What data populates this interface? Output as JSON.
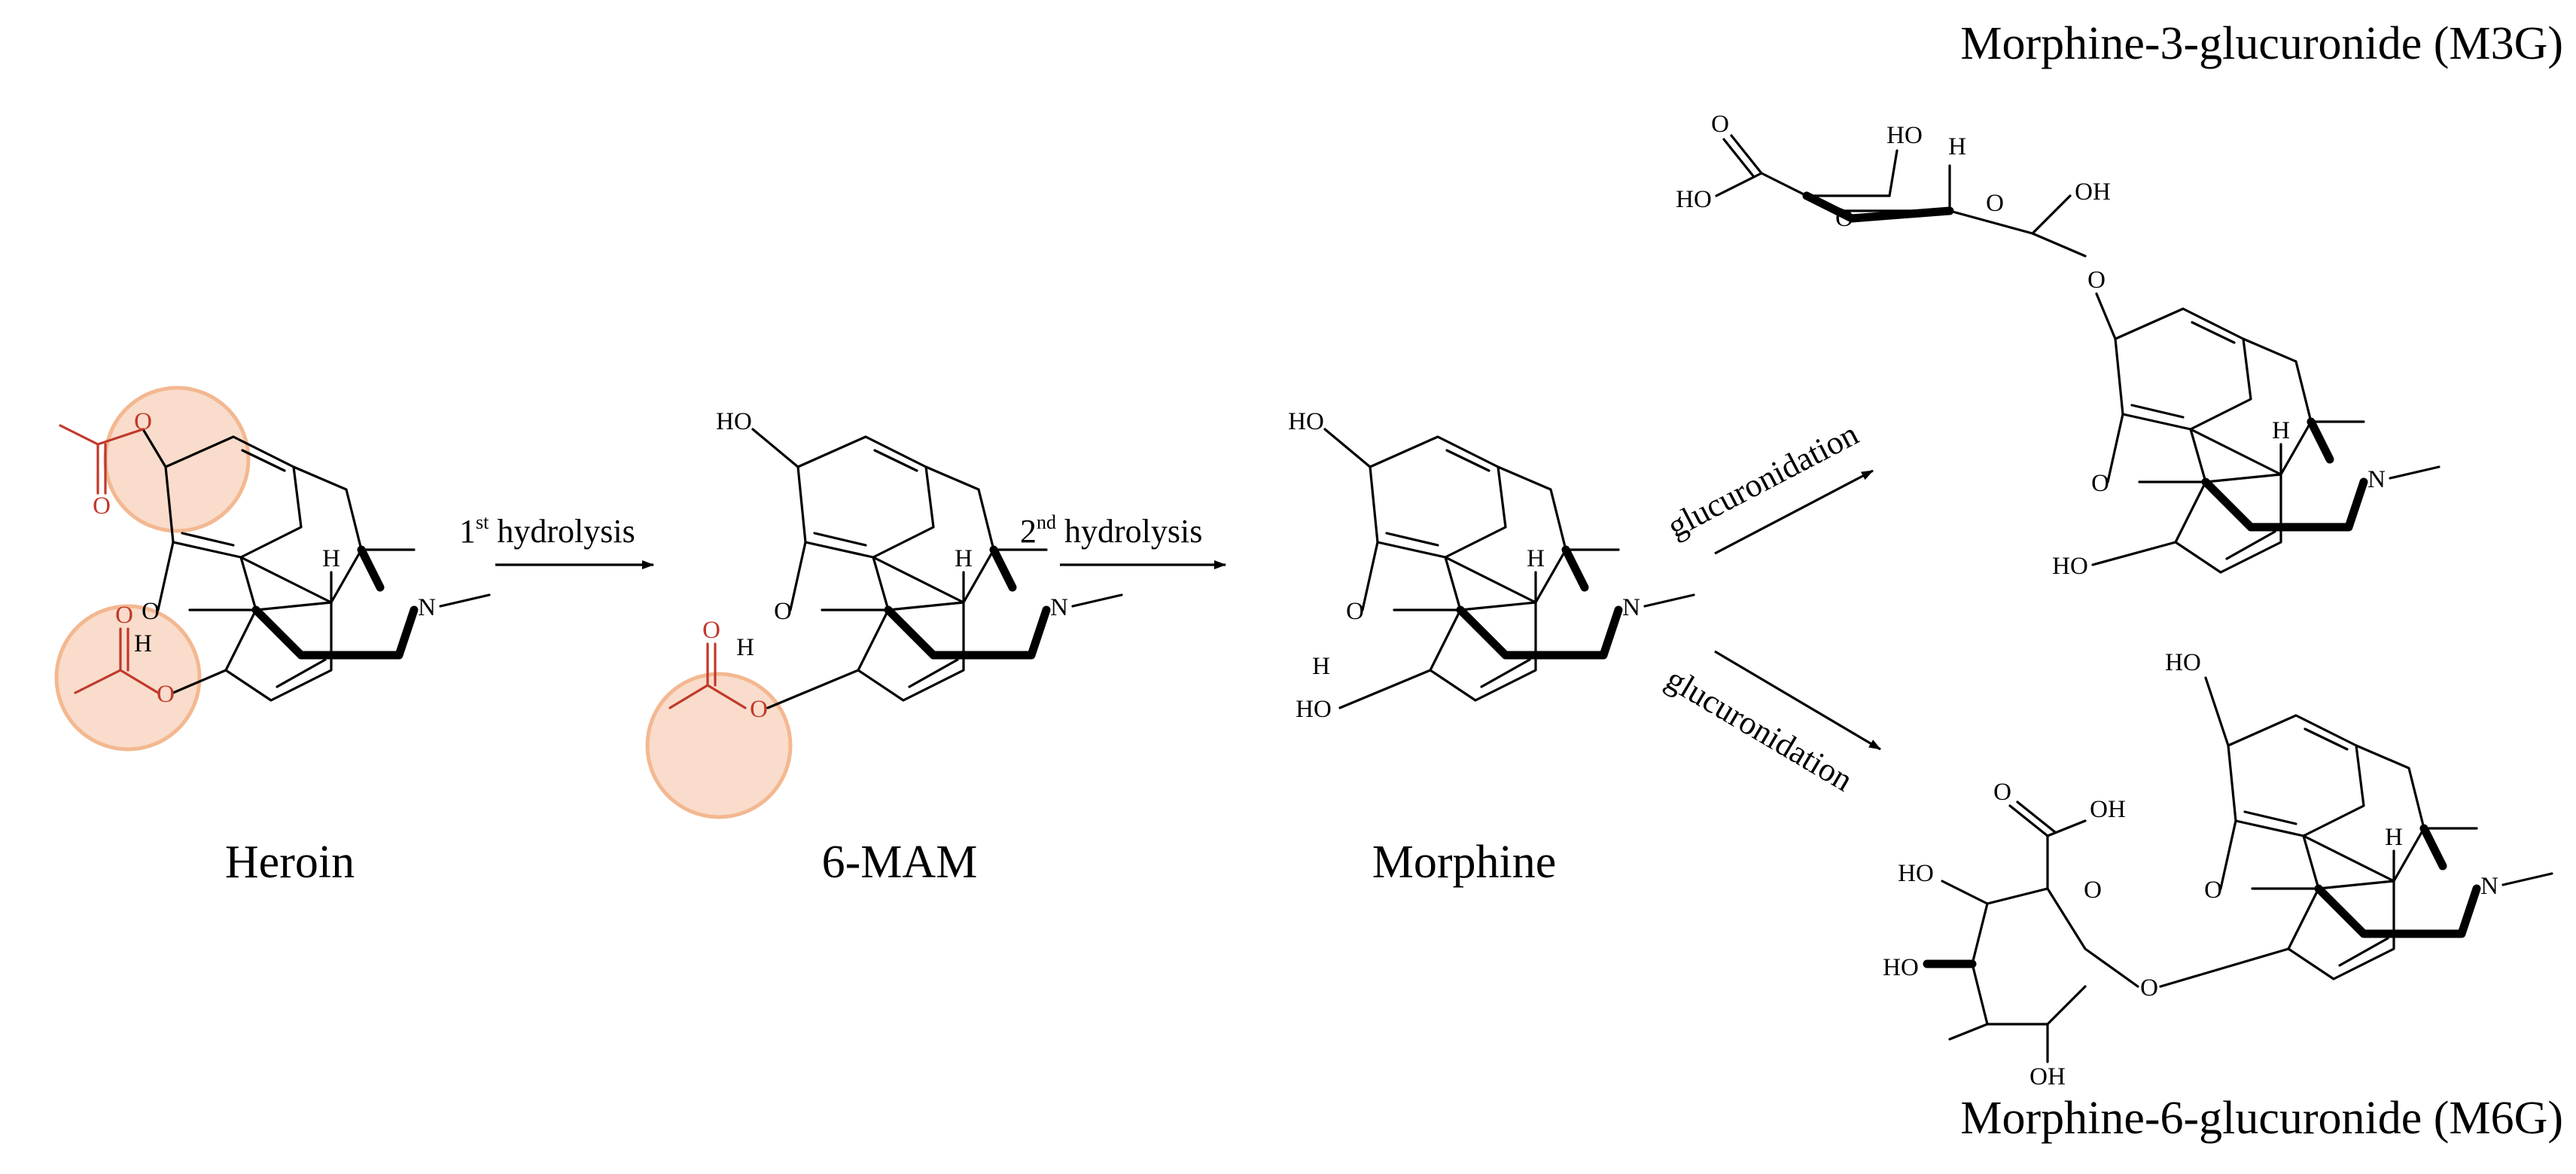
{
  "compounds": {
    "heroin": "Heroin",
    "mam": "6-MAM",
    "morphine": "Morphine",
    "m3g": "Morphine-3-glucuronide (M3G)",
    "m6g": "Morphine-6-glucuronide (M6G)"
  },
  "steps": {
    "first_num": "1",
    "first_sup": "st",
    "first_text": " hydrolysis",
    "second_num": "2",
    "second_sup": "nd",
    "second_text": " hydrolysis",
    "gluc1": "glucuronidation",
    "gluc2": "glucuronidation"
  },
  "atoms": {
    "H": "H",
    "O": "O",
    "N": "N",
    "HO": "HO",
    "OH": "OH"
  },
  "colors": {
    "acetyl_group": "#c0392b",
    "highlight_fill": "#f9d7c3",
    "highlight_stroke": "#f2ac7e"
  }
}
